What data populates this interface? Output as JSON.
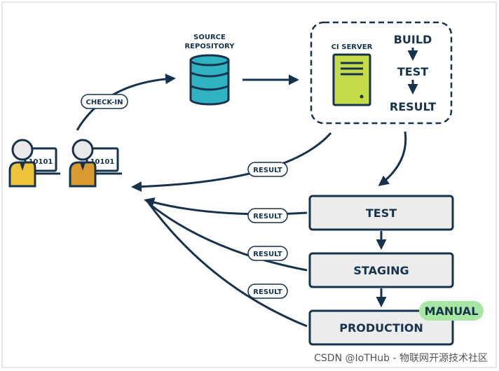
{
  "colors": {
    "navy": "#17324d",
    "db_teal": "#2fb3c0",
    "server_green": "#c5dc4a",
    "dev1_shirt": "#f0c43a",
    "dev2_shirt": "#d99a2e",
    "box_fill": "#ececec",
    "manual_fill": "#a8e6a3"
  },
  "repository": {
    "label_line1": "SOURCE",
    "label_line2": "REPOSITORY",
    "icon": "database-icon"
  },
  "ci": {
    "server_label": "CI SERVER",
    "server_icon": "server-icon",
    "steps": [
      "BUILD",
      "TEST",
      "RESULT"
    ]
  },
  "developers": [
    {
      "screen_text": "10101",
      "icon": "developer-laptop-icon"
    },
    {
      "screen_text": "10101",
      "icon": "developer-laptop-icon"
    }
  ],
  "pills": {
    "checkin": "CHECK-IN",
    "result_ci": "RESULT",
    "result_test": "RESULT",
    "result_staging": "RESULT",
    "result_production": "RESULT"
  },
  "stages": {
    "test": "TEST",
    "staging": "STAGING",
    "production": "PRODUCTION",
    "manual": "MANUAL"
  },
  "watermark": "CSDN @IoTHub - 物联网开源技术社区"
}
